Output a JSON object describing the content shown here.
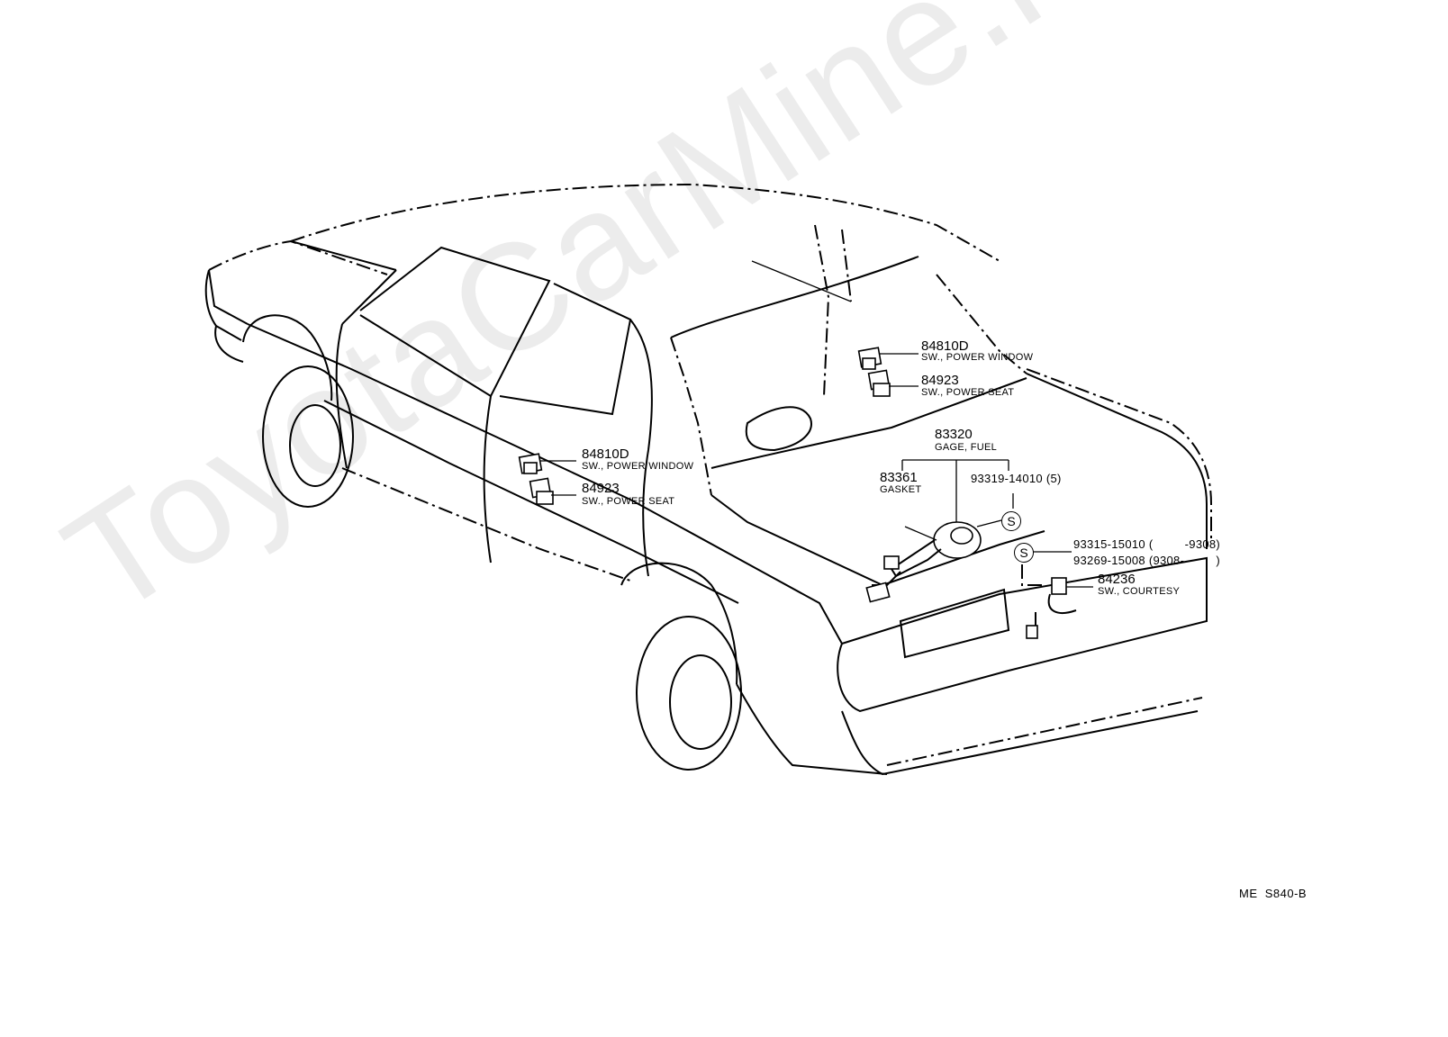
{
  "watermark": "ToyotaCarMine.ru",
  "figure_code": "ME  S840-B",
  "callouts": [
    {
      "id": "84810D-front",
      "part_number": "84810D",
      "description": "SW., POWER WINDOW"
    },
    {
      "id": "84923-front",
      "part_number": "84923",
      "description": "SW., POWER SEAT"
    },
    {
      "id": "84810D-rear",
      "part_number": "84810D",
      "description": "SW., POWER WINDOW"
    },
    {
      "id": "84923-rear",
      "part_number": "84923",
      "description": "SW., POWER SEAT"
    },
    {
      "id": "83320",
      "part_number": "83320",
      "description": "GAGE, FUEL"
    },
    {
      "id": "83361",
      "part_number": "83361",
      "description": "GASKET"
    },
    {
      "id": "93319",
      "part_number": "93319-14010 (5)",
      "description": ""
    },
    {
      "id": "93315",
      "part_number": "93315-15010 (         -9308)",
      "description": ""
    },
    {
      "id": "93269",
      "part_number": "93269-15008 (9308-         )",
      "description": ""
    },
    {
      "id": "84236",
      "part_number": "84236",
      "description": "SW., COURTESY"
    }
  ],
  "symbols": {
    "screw_symbol": "S"
  }
}
